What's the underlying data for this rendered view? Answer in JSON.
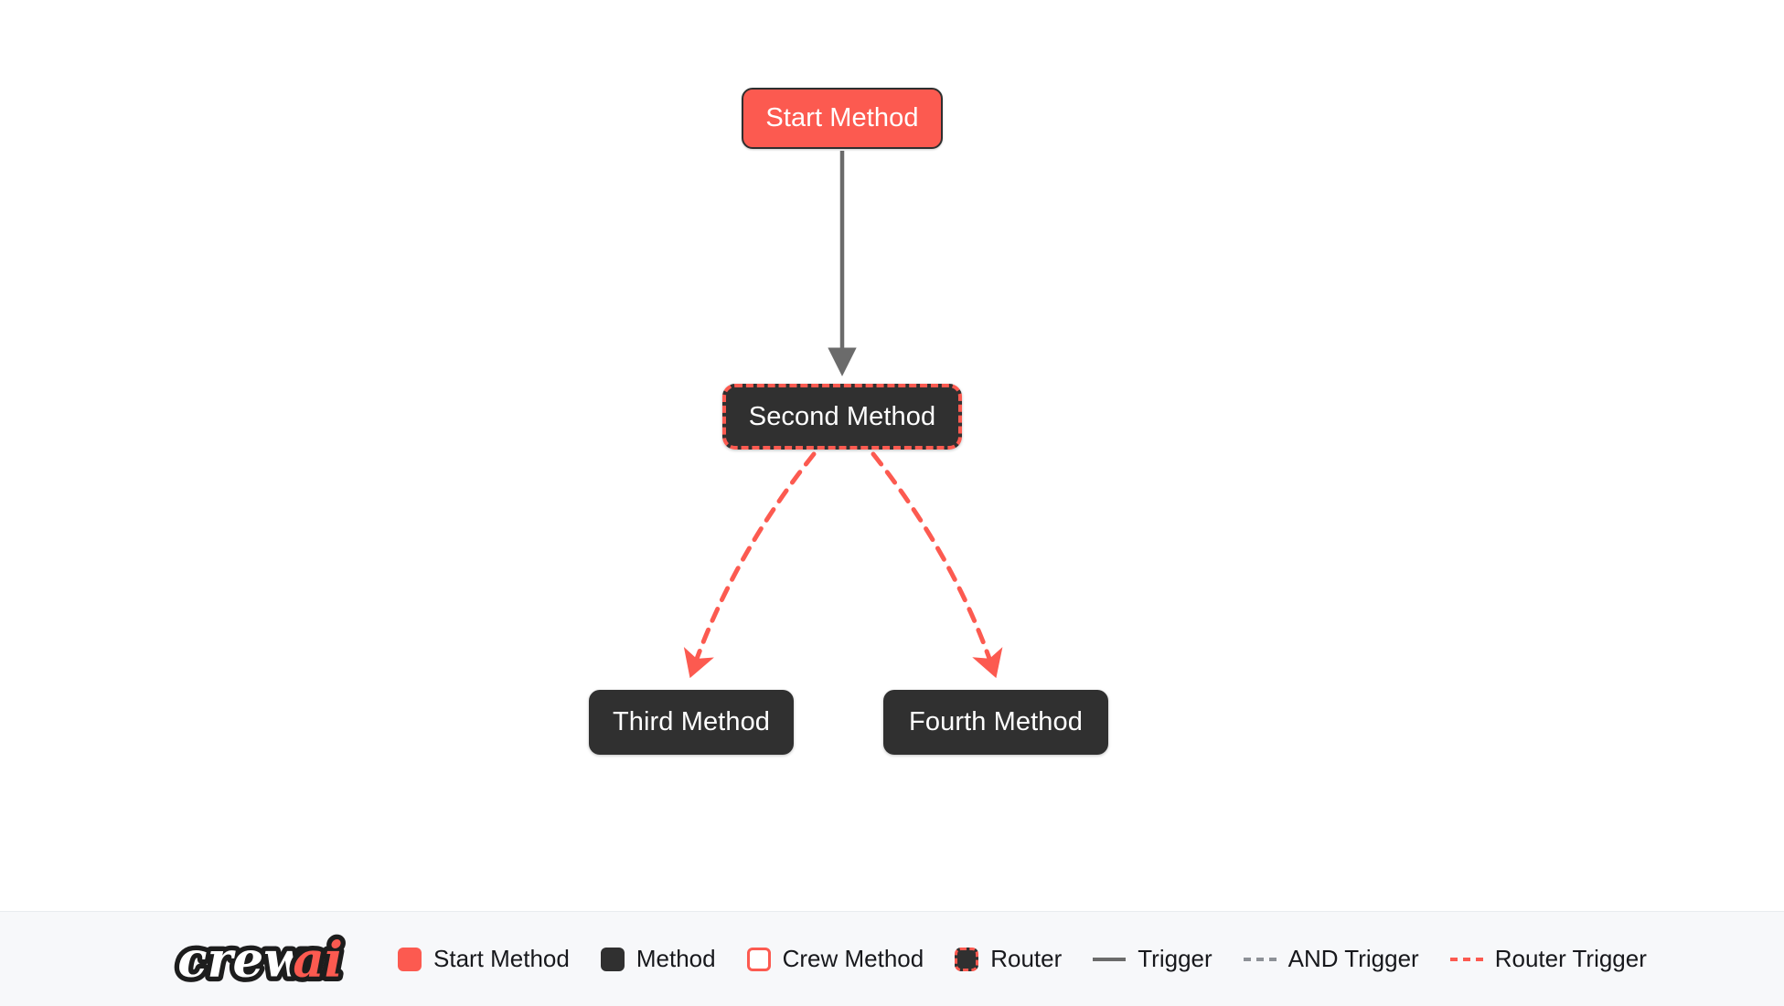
{
  "canvas": {
    "background": "#ffffff",
    "nodes": [
      {
        "id": "start",
        "label": "Start Method",
        "type": "start-method"
      },
      {
        "id": "second",
        "label": "Second Method",
        "type": "router"
      },
      {
        "id": "third",
        "label": "Third Method",
        "type": "method"
      },
      {
        "id": "fourth",
        "label": "Fourth Method",
        "type": "method"
      }
    ],
    "edges": [
      {
        "from": "start",
        "to": "third_unused",
        "to_node": "second",
        "style": "trigger"
      },
      {
        "from": "second",
        "to": "third",
        "style": "router-trigger"
      },
      {
        "from": "second",
        "to": "fourth",
        "style": "router-trigger"
      }
    ]
  },
  "legend": {
    "logo": {
      "text_primary": "crew",
      "text_accent": "ai"
    },
    "items": [
      {
        "label": "Start Method",
        "swatch": "start-method-swatch"
      },
      {
        "label": "Method",
        "swatch": "method-swatch"
      },
      {
        "label": "Crew Method",
        "swatch": "crew-method-swatch"
      },
      {
        "label": "Router",
        "swatch": "router-swatch"
      },
      {
        "label": "Trigger",
        "swatch": "trigger-line"
      },
      {
        "label": "AND Trigger",
        "swatch": "and-trigger-line"
      },
      {
        "label": "Router Trigger",
        "swatch": "router-trigger-line"
      }
    ]
  },
  "colors": {
    "accent_red": "#fc5a50",
    "node_dark": "#303030",
    "edge_gray": "#6b6b6b",
    "legend_bg": "#f7f8fa",
    "canvas_bg": "#ffffff"
  }
}
